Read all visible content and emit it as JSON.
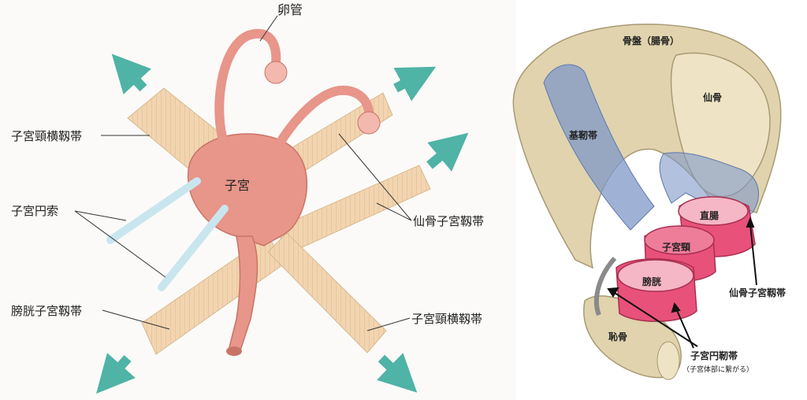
{
  "left_diagram": {
    "labels": {
      "oviduct": "卵管",
      "uterus": "子宮",
      "cardinal_ligament_upper": "子宮頸横靱帯",
      "round_ligament": "子宮円索",
      "vesicouterine_ligament": "膀胱子宮靱帯",
      "sacrouterine_ligament": "仙骨子宮靱帯",
      "cardinal_ligament_lower": "子宮頸横靱帯"
    },
    "colors": {
      "uterus": "#e8958a",
      "ligament": "#f2d5b0",
      "round_ligament": "#c9e6ef",
      "arrow": "#4fb3a6"
    }
  },
  "right_diagram": {
    "labels": {
      "pelvis": "骨盤（腸骨）",
      "sacrum": "仙骨",
      "basal_ligament": "基靭帯",
      "rectum": "直腸",
      "cervix": "子宮頸",
      "bladder": "膀胱",
      "sacrouterine_ligament": "仙骨子宮靱帯",
      "pubis": "恥骨",
      "round_ligament": "子宮円靭帯",
      "round_ligament_note": "（子宮体部に繋がる）"
    },
    "colors": {
      "bone": "#e0d3ae",
      "ligament": "#7f98c8",
      "organ": "#e8517a"
    }
  }
}
